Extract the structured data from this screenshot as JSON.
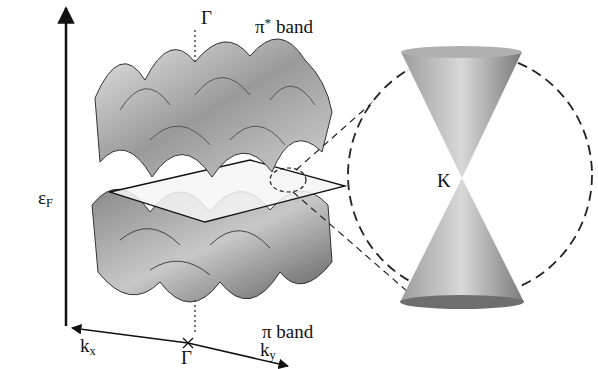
{
  "diagram": {
    "labels": [
      "Γ",
      "π* band",
      "εF",
      "K",
      "π band",
      "kx",
      "ky",
      "Γ"
    ]
  }
}
